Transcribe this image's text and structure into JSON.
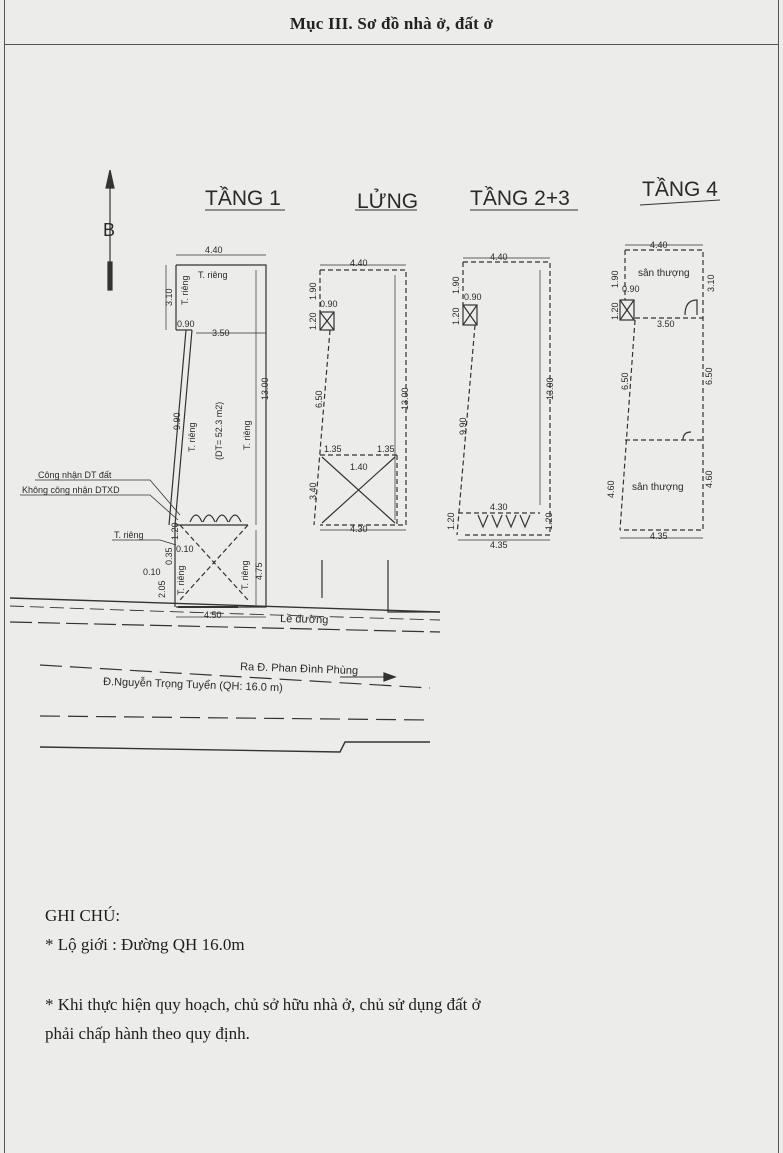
{
  "header": {
    "title": "Mục III. Sơ đồ nhà ở, đất ở"
  },
  "north": {
    "label": "B"
  },
  "floors": {
    "f1": {
      "title": "TẦNG 1",
      "dims": {
        "top": "4.40",
        "a": "3.10",
        "b": "0.90",
        "c": "3.50",
        "d": "9.90",
        "right": "13.00",
        "e": "1.20",
        "f": "0.10",
        "g": "0.35",
        "h": "0.10",
        "i": "2.05",
        "j": "4.75",
        "bottom": "4.50"
      },
      "area": "(DT= 52.3 m2)",
      "private": "T. riêng",
      "callout_1": "Công nhận DT đất",
      "callout_2": "Không công nhận DTXD"
    },
    "mezz": {
      "title": "LỬNG",
      "dims": {
        "top": "4.40",
        "a": "1.90",
        "b": "0.90",
        "c": "1.20",
        "d": "6.50",
        "right": "13.00",
        "e": "1.35",
        "f": "1.35",
        "g": "1.40",
        "h": "3.40",
        "bottom": "4.30"
      }
    },
    "f23": {
      "title": "TẦNG 2+3",
      "dims": {
        "top": "4.40",
        "a": "1.90",
        "b": "0.90",
        "c": "1.20",
        "d": "9.90",
        "right": "13.00",
        "e": "4.30",
        "f": "1.20",
        "g": "1.20",
        "bottom": "4.35"
      }
    },
    "f4": {
      "title": "TẦNG 4",
      "dims": {
        "top": "4.40",
        "a": "1.90",
        "b": "0.90",
        "c": "1.20",
        "d": "3.10",
        "e": "3.50",
        "f": "6.50",
        "g": "6.50",
        "h": "4.60",
        "i": "4.60",
        "bottom": "4.35"
      },
      "terrace": "sân thượng"
    }
  },
  "streets": {
    "sidewalk": "Lề đường",
    "direction": "Ra Đ. Phan Đình Phùng",
    "road": "Đ.Nguyễn Trọng Tuyển (QH: 16.0 m)"
  },
  "notes": {
    "heading": "GHI CHÚ:",
    "line1": "* Lộ giới : Đường   QH  16.0m",
    "line2": "* Khi thực hiện quy hoạch, chủ sở hữu nhà ở, chủ sử dụng đất ở",
    "line3": "phải chấp  hành theo quy định."
  }
}
